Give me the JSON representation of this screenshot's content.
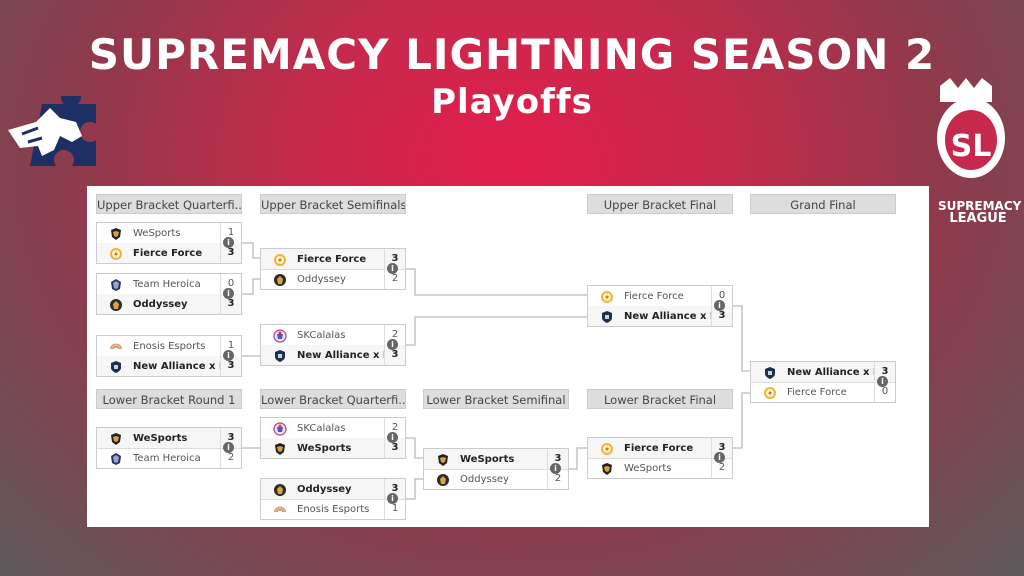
{
  "title": "SUPREMACY LIGHTNING SEASON 2",
  "subtitle": "Playoffs",
  "brand": {
    "line1": "SUPREMACY",
    "line2": "LEAGUE",
    "logo_text": "SL"
  },
  "rounds": [
    "Upper Bracket Quarterfi...",
    "Upper Bracket Semifinals",
    "Upper Bracket Final",
    "Grand Final",
    "Lower Bracket Round 1",
    "Lower Bracket Quarterfi...",
    "Lower Bracket Semifinal",
    "Lower Bracket Final"
  ],
  "info_glyph": "i",
  "matches": [
    {
      "t1": {
        "name": "WeSports",
        "score": "1",
        "icon": "wesports-logo-icon"
      },
      "t2": {
        "name": "Fierce Force",
        "score": "3",
        "icon": "fierce-force-logo-icon"
      },
      "winner": 2
    },
    {
      "t1": {
        "name": "Team Heroica",
        "score": "0",
        "icon": "team-heroica-logo-icon"
      },
      "t2": {
        "name": "Oddyssey",
        "score": "3",
        "icon": "oddyssey-logo-icon"
      },
      "winner": 2
    },
    {
      "t1": {
        "name": "Enosis Esports",
        "score": "1",
        "icon": "enosis-logo-icon"
      },
      "t2": {
        "name": "New Alliance x L...",
        "score": "3",
        "icon": "new-alliance-logo-icon"
      },
      "winner": 2
    },
    {
      "t1": {
        "name": "Fierce Force",
        "score": "3",
        "icon": "fierce-force-logo-icon"
      },
      "t2": {
        "name": "Oddyssey",
        "score": "2",
        "icon": "oddyssey-logo-icon"
      },
      "winner": 1
    },
    {
      "t1": {
        "name": "SKCalalas",
        "score": "2",
        "icon": "skcalalas-logo-icon"
      },
      "t2": {
        "name": "New Alliance x L...",
        "score": "3",
        "icon": "new-alliance-logo-icon"
      },
      "winner": 2
    },
    {
      "t1": {
        "name": "Fierce Force",
        "score": "0",
        "icon": "fierce-force-logo-icon"
      },
      "t2": {
        "name": "New Alliance x L...",
        "score": "3",
        "icon": "new-alliance-logo-icon"
      },
      "winner": 2
    },
    {
      "t1": {
        "name": "New Alliance x L...",
        "score": "3",
        "icon": "new-alliance-logo-icon"
      },
      "t2": {
        "name": "Fierce Force",
        "score": "0",
        "icon": "fierce-force-logo-icon"
      },
      "winner": 1
    },
    {
      "t1": {
        "name": "WeSports",
        "score": "3",
        "icon": "wesports-logo-icon"
      },
      "t2": {
        "name": "Team Heroica",
        "score": "2",
        "icon": "team-heroica-logo-icon"
      },
      "winner": 1
    },
    {
      "t1": {
        "name": "SKCalalas",
        "score": "2",
        "icon": "skcalalas-logo-icon"
      },
      "t2": {
        "name": "WeSports",
        "score": "3",
        "icon": "wesports-logo-icon"
      },
      "winner": 2
    },
    {
      "t1": {
        "name": "Oddyssey",
        "score": "3",
        "icon": "oddyssey-logo-icon"
      },
      "t2": {
        "name": "Enosis Esports",
        "score": "1",
        "icon": "enosis-logo-icon"
      },
      "winner": 1
    },
    {
      "t1": {
        "name": "WeSports",
        "score": "3",
        "icon": "wesports-logo-icon"
      },
      "t2": {
        "name": "Oddyssey",
        "score": "2",
        "icon": "oddyssey-logo-icon"
      },
      "winner": 1
    },
    {
      "t1": {
        "name": "Fierce Force",
        "score": "3",
        "icon": "fierce-force-logo-icon"
      },
      "t2": {
        "name": "WeSports",
        "score": "2",
        "icon": "wesports-logo-icon"
      },
      "winner": 1
    }
  ]
}
